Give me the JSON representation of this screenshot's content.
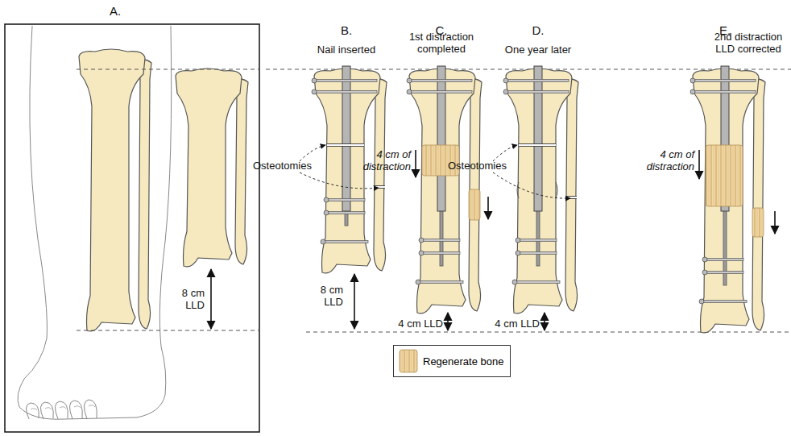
{
  "diagram": {
    "labels": [
      "A.",
      "B.",
      "C.",
      "D.",
      "E.",
      "Nail inserted",
      "1st distraction completed",
      "One year later",
      "2nd distraction LLD corrected",
      "8 cm LLD",
      "Osteotomies",
      "8 cm LLD",
      "4 cm of distraction",
      "4 cm LLD",
      "Osteotomies",
      "4 cm LLD",
      "4 cm of distraction"
    ],
    "legend": [
      {
        "text": "Regenerate bone"
      }
    ]
  }
}
